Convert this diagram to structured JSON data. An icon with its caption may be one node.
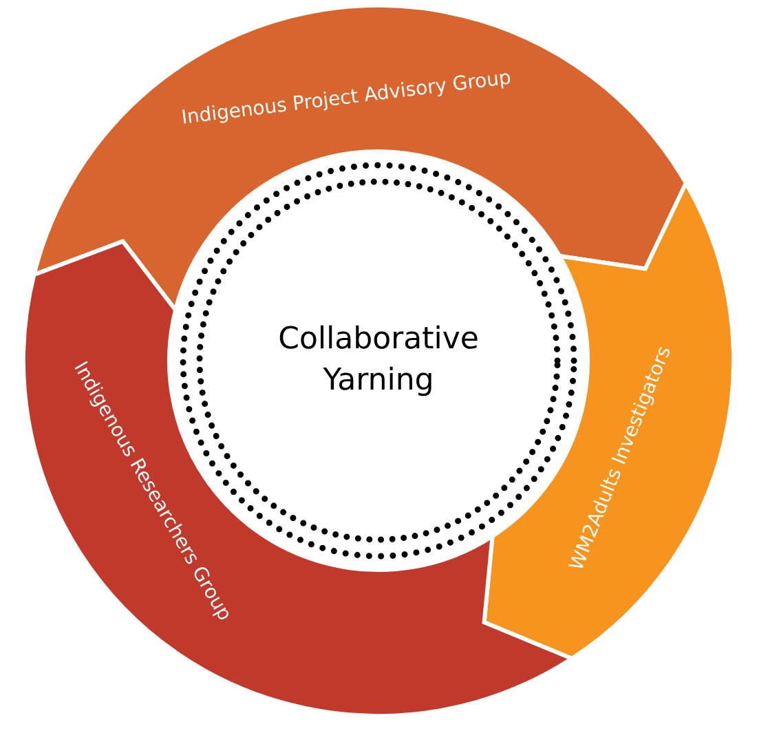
{
  "diagram": {
    "nodes": [
      {
        "text": [
          "Indigenous Project Advisory Group"
        ]
      },
      {
        "text": [
          "WM2Adults Investigators"
        ]
      },
      {
        "text": [
          "Indigenous Researchers Group"
        ]
      },
      {
        "text": [
          "Collaborative Yarning"
        ]
      }
    ]
  }
}
